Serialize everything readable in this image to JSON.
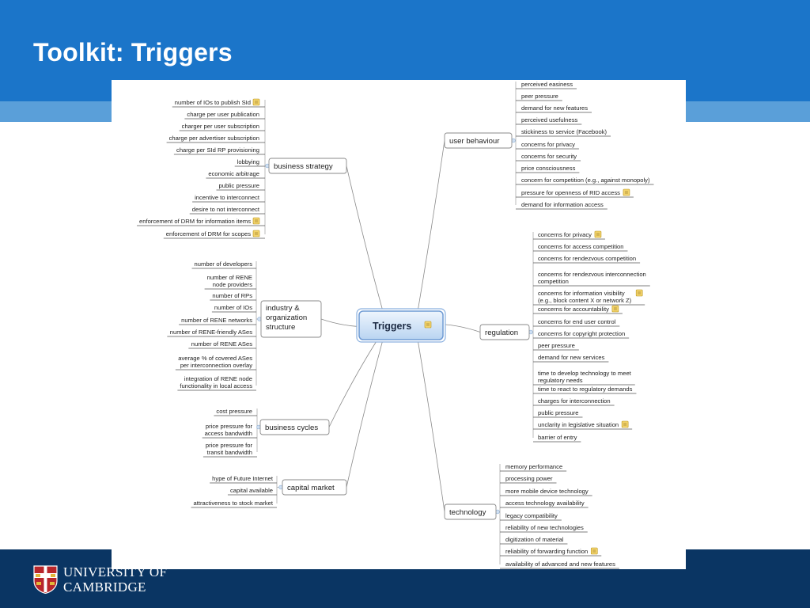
{
  "slide": {
    "title": "Toolkit: Triggers"
  },
  "logo": {
    "line1": "UNIVERSITY OF",
    "line2": "CAMBRIDGE"
  },
  "mindmap": {
    "center": "Triggers",
    "branches": {
      "business_strategy": {
        "label": "business strategy",
        "items": [
          "number of IOs to publish SId",
          "charge per user publication",
          "charger per user subscription",
          "charge per advertiser subscription",
          "charge per SId RP provisioning",
          "lobbying",
          "economic arbitrage",
          "public pressure",
          "incentive to interconnect",
          "desire to not interconnect",
          "enforcement of DRM for information items",
          "enforcement of DRM for scopes"
        ]
      },
      "industry": {
        "label": [
          "industry &",
          "organization",
          "structure"
        ],
        "items": [
          [
            "number of developers"
          ],
          [
            "number of RENE",
            "node providers"
          ],
          [
            "number of RPs"
          ],
          [
            "number of IOs"
          ],
          [
            "number of RENE networks"
          ],
          [
            "number of RENE-friendly ASes"
          ],
          [
            "number of RENE ASes"
          ],
          [
            "average % of covered ASes",
            "per interconnection overlay"
          ],
          [
            "integration of RENE node",
            "functionality in local access"
          ]
        ]
      },
      "business_cycles": {
        "label": "business cycles",
        "items": [
          [
            "cost pressure"
          ],
          [
            "price pressure for",
            "access bandwidth"
          ],
          [
            "price pressure for",
            "transit bandwidth"
          ]
        ]
      },
      "capital_market": {
        "label": "capital market",
        "items": [
          "hype of Future Internet",
          "capital available",
          "attractiveness to stock market"
        ]
      },
      "user_behaviour": {
        "label": "user behaviour",
        "items": [
          "perceived easiness",
          "peer pressure",
          "demand for new features",
          "perceived usefulness",
          "stickiness to service (Facebook)",
          "concerns for privacy",
          "concerns for security",
          "price consciousness",
          "concern for competition (e.g., against monopoly)",
          "pressure for openness of RID access",
          "demand for information access"
        ]
      },
      "regulation": {
        "label": "regulation",
        "items": [
          [
            "concerns for privacy"
          ],
          [
            "concerns for access competition"
          ],
          [
            "concerns for rendezvous competition"
          ],
          [
            "concerns for rendezvous interconnection",
            "competition"
          ],
          [
            "concerns for information visibility",
            "(e.g., block content X or network Z)"
          ],
          [
            "concerns for accountability"
          ],
          [
            "concerns for end user control"
          ],
          [
            "concerns for copyright protection"
          ],
          [
            "peer pressure"
          ],
          [
            "demand for new services"
          ],
          [
            "time to develop technology to meet",
            "regulatory needs"
          ],
          [
            "time to react to regulatory demands"
          ],
          [
            "charges for interconnection"
          ],
          [
            "public pressure"
          ],
          [
            "unclarity in legislative situation"
          ],
          [
            "barrier of entry"
          ]
        ]
      },
      "technology": {
        "label": "technology",
        "items": [
          "memory performance",
          "processing power",
          "more mobile device technology",
          "access technology availability",
          "legacy compatibility",
          "reliability of new technologies",
          "digitization of material",
          "reliability of forwarding function",
          "availability of advanced and new features"
        ]
      }
    }
  }
}
